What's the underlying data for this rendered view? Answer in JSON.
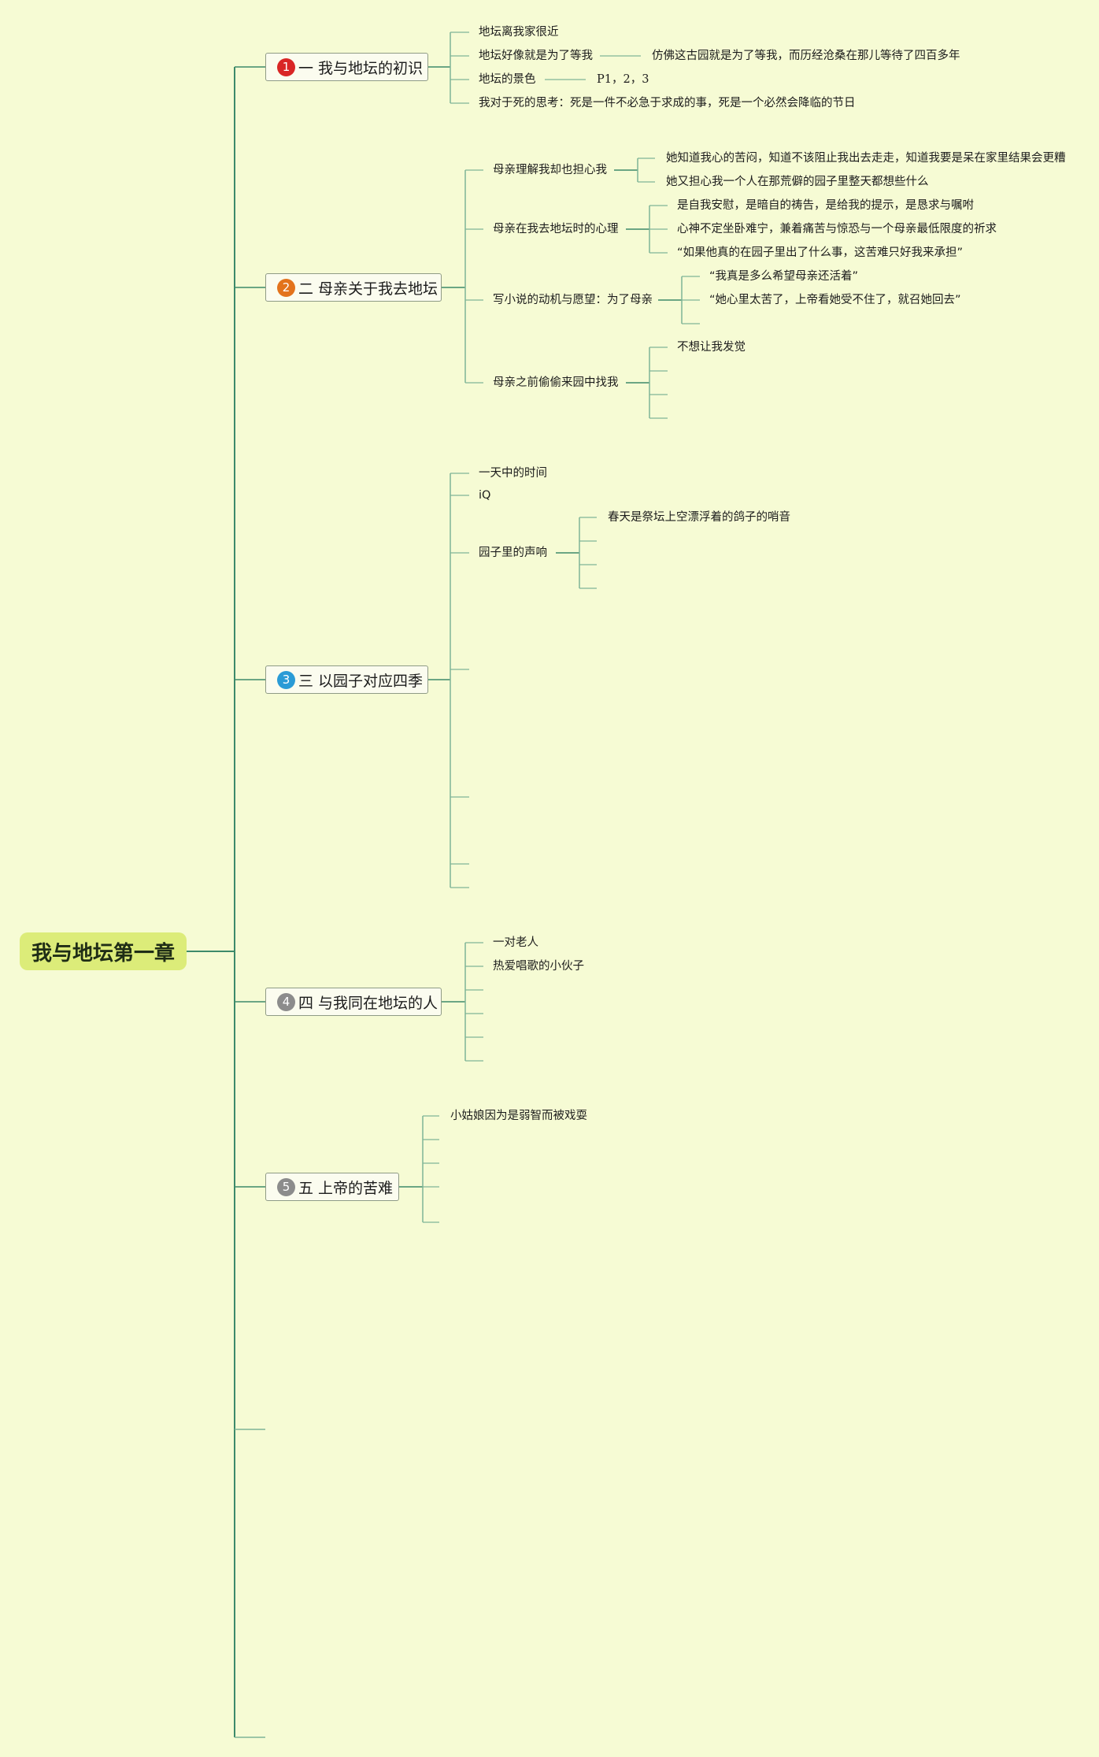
{
  "root": {
    "label": "我与地坛第一章"
  },
  "colors": {
    "background": "#f6fbd4",
    "central_fill": "#dcec79",
    "line": "#3d8a6a",
    "badge_red": "#d92626",
    "badge_orange": "#e3731c",
    "badge_blue": "#2a9bd6",
    "badge_gray": "#8c8c8c"
  },
  "branches": [
    {
      "number": "1",
      "label": "一 我与地坛的初识",
      "children": [
        {
          "label": "地坛离我家很近"
        },
        {
          "label": "地坛好像就是为了等我",
          "children": [
            {
              "label": "仿佛这古园就是为了等我，而历经沧桑在那儿等待了四百多年"
            }
          ]
        },
        {
          "label": "地坛的景色",
          "children": [
            {
              "label": "P1，2，3"
            }
          ]
        },
        {
          "label": "我对于死的思考：死是一件不必急于求成的事，死是一个必然会降临的节日"
        }
      ]
    },
    {
      "number": "2",
      "label": "二 母亲关于我去地坛",
      "children": [
        {
          "label": "母亲理解我却也担心我",
          "children": [
            {
              "label": "她知道我心的苦闷，知道不该阻止我出去走走，知道我要是呆在家里结果会更糟"
            },
            {
              "label": "她又担心我一个人在那荒僻的园子里整天都想些什么"
            }
          ]
        },
        {
          "label": "母亲在我去地坛时的心理",
          "children": [
            {
              "label": "是自我安慰，是暗自的祷告，是给我的提示，是恳求与嘱咐"
            },
            {
              "label": "心神不定坐卧难宁，兼着痛苦与惊恐与一个母亲最低限度的祈求"
            },
            {
              "label": "“如果他真的在园子里出了什么事，这苦难只好我来承担”"
            }
          ]
        },
        {
          "label": "写小说的动机与愿望：为了母亲",
          "children": [
            {
              "label": "“我真是多么希望母亲还活着”"
            },
            {
              "label": "“她心里太苦了，上帝看她受不住了，就召她回去”"
            },
            {
              "label": ""
            }
          ]
        },
        {
          "label": "母亲之前偷偷来园中找我",
          "children": [
            {
              "label": "不想让我发觉"
            },
            {
              "label": ""
            },
            {
              "label": ""
            },
            {
              "label": ""
            }
          ]
        }
      ]
    },
    {
      "number": "3",
      "label": "三 以园子对应四季",
      "children": [
        {
          "label": "一天中的时间"
        },
        {
          "label": "iQ"
        },
        {
          "label": "园子里的声响",
          "children": [
            {
              "label": "春天是祭坛上空漂浮着的鸽子的哨音"
            },
            {
              "label": ""
            },
            {
              "label": ""
            },
            {
              "label": ""
            }
          ]
        },
        {
          "label": ""
        },
        {
          "label": ""
        },
        {
          "label": ""
        },
        {
          "label": ""
        }
      ]
    },
    {
      "number": "4",
      "label": "四 与我同在地坛的人",
      "children": [
        {
          "label": "一对老人"
        },
        {
          "label": "热爱唱歌的小伙子"
        },
        {
          "label": ""
        },
        {
          "label": ""
        },
        {
          "label": ""
        },
        {
          "label": ""
        }
      ]
    },
    {
      "number": "5",
      "label": "五 上帝的苦难",
      "children": [
        {
          "label": "小姑娘因为是弱智而被戏耍"
        },
        {
          "label": ""
        },
        {
          "label": ""
        },
        {
          "label": ""
        },
        {
          "label": ""
        }
      ]
    }
  ]
}
